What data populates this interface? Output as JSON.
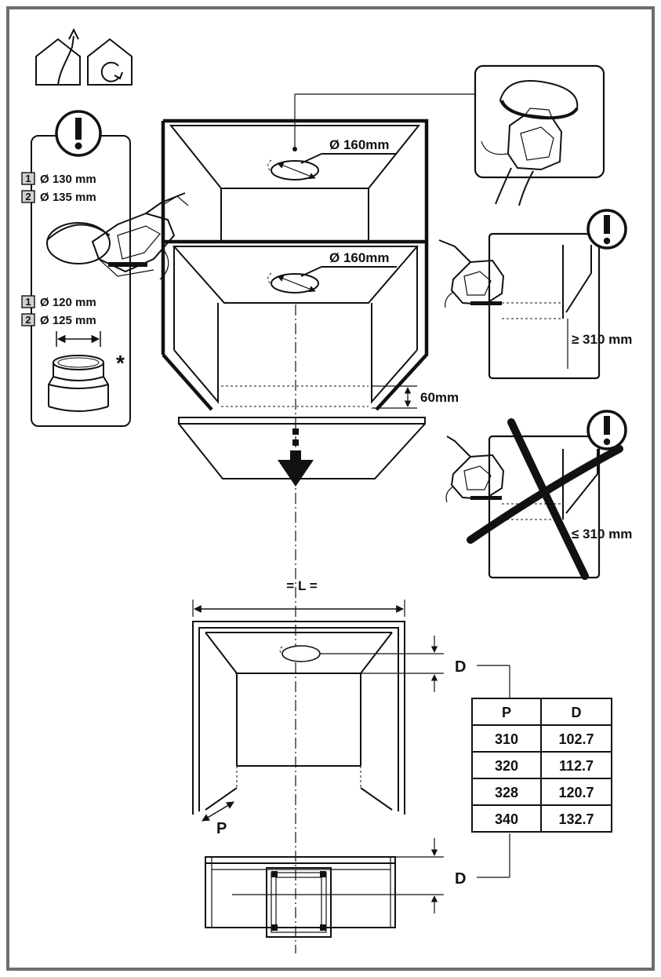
{
  "left_panel": {
    "cut_a": {
      "num1": "1",
      "text1": "Ø 130 mm",
      "num2": "2",
      "text2": "Ø 135 mm"
    },
    "cut_b": {
      "num1": "1",
      "text1": "Ø 120 mm",
      "num2": "2",
      "text2": "Ø 125 mm"
    },
    "asterisk": "*"
  },
  "top_box": {
    "hole_label": "Ø 160mm"
  },
  "mid_box": {
    "hole_label": "Ø 160mm",
    "offset_label": "60mm"
  },
  "right_ok": {
    "min_label": "≥ 310 mm"
  },
  "right_bad": {
    "max_label": "≤ 310 mm"
  },
  "bottom": {
    "width_label": "= L =",
    "depth_label": "P",
    "d_label_top": "D",
    "d_label_bottom": "D"
  },
  "table": {
    "headers": [
      "P",
      "D"
    ],
    "rows": [
      [
        "310",
        "102.7"
      ],
      [
        "320",
        "112.7"
      ],
      [
        "328",
        "120.7"
      ],
      [
        "340",
        "132.7"
      ]
    ]
  }
}
